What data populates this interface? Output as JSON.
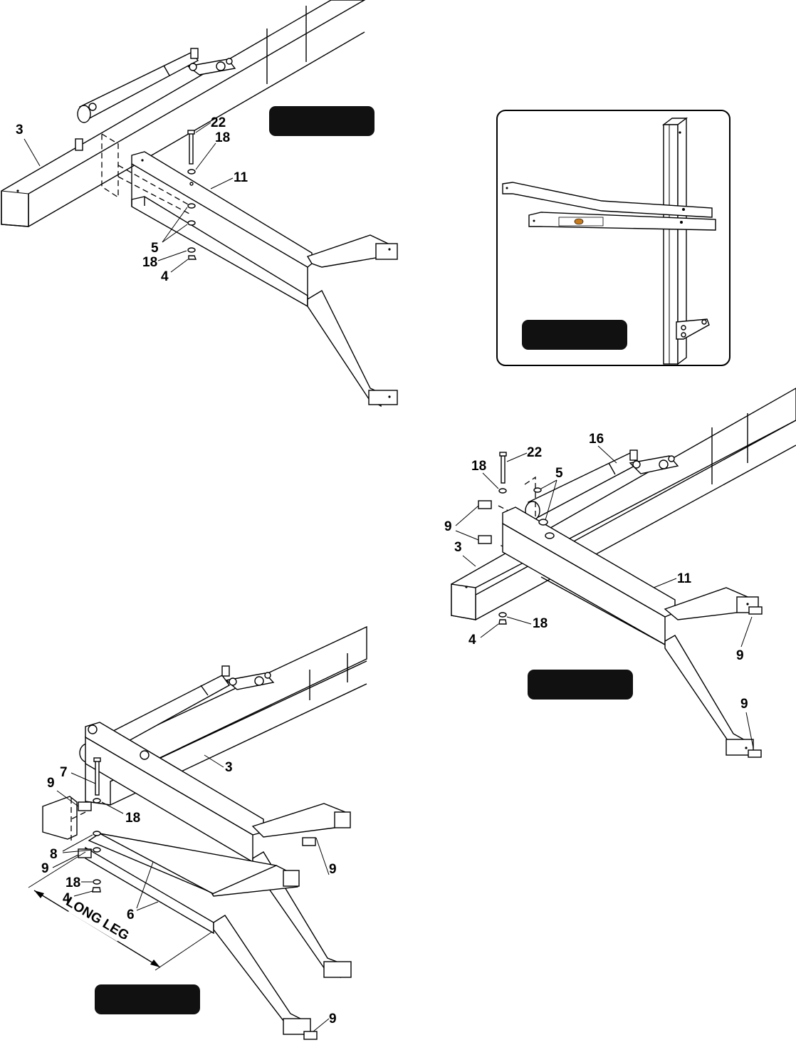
{
  "figures": {
    "fig1": {
      "badge_text": "",
      "callouts": {
        "c3": "3",
        "c22": "22",
        "c18a": "18",
        "c11": "11",
        "c5": "5",
        "c18b": "18",
        "c4": "4"
      }
    },
    "fig2": {
      "badge_text": ""
    },
    "fig3": {
      "badge_text": "",
      "callouts": {
        "c16": "16",
        "c22": "22",
        "c18a": "18",
        "c5": "5",
        "c9a": "9",
        "c3": "3",
        "c11": "11",
        "c18b": "18",
        "c4": "4",
        "c9b": "9",
        "c9c": "9"
      }
    },
    "fig4": {
      "badge_text": "",
      "callouts": {
        "c7": "7",
        "c9a": "9",
        "c3": "3",
        "c18a": "18",
        "c8": "8",
        "c9b": "9",
        "c9c": "9",
        "c18b": "18",
        "c4": "4",
        "c6": "6",
        "c9d": "9"
      },
      "dimension_label": "LONG LEG"
    }
  },
  "colors": {
    "line": "#000000",
    "badge": "#111111",
    "background": "#ffffff"
  },
  "icons": [
    "bolt-icon",
    "washer-icon",
    "nut-icon",
    "end-cap-icon",
    "dimension-arrow-icon"
  ]
}
